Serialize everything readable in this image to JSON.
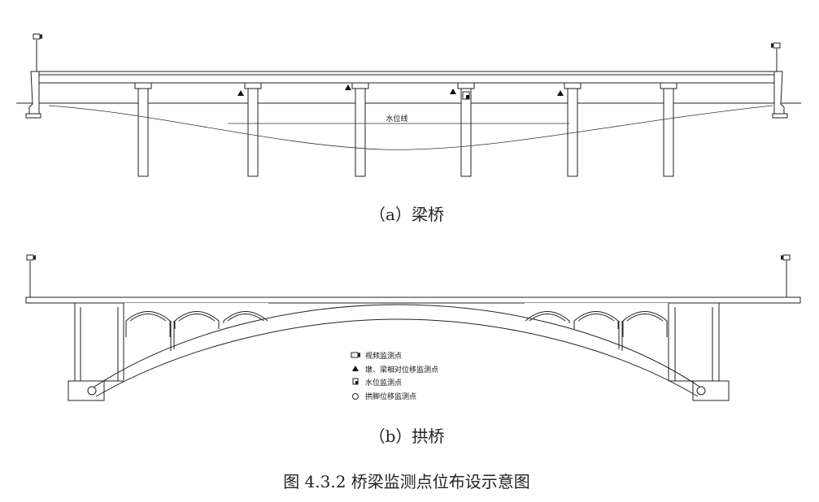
{
  "beam_bridge": {
    "water_level_label": "水位线",
    "sublabel": "（a）梁桥"
  },
  "arch_bridge": {
    "sublabel": "（b）拱桥"
  },
  "legend": {
    "items": [
      {
        "icon": "video-camera-icon",
        "label": "视频监测点"
      },
      {
        "icon": "solid-triangle-icon",
        "label": "墩、梁相对位移监测点"
      },
      {
        "icon": "water-gauge-icon",
        "label": "水位监测点"
      },
      {
        "icon": "hollow-circle-icon",
        "label": "拱脚位移监测点"
      }
    ]
  },
  "figure_caption": "图 4.3.2 桥梁监测点位布设示意图"
}
